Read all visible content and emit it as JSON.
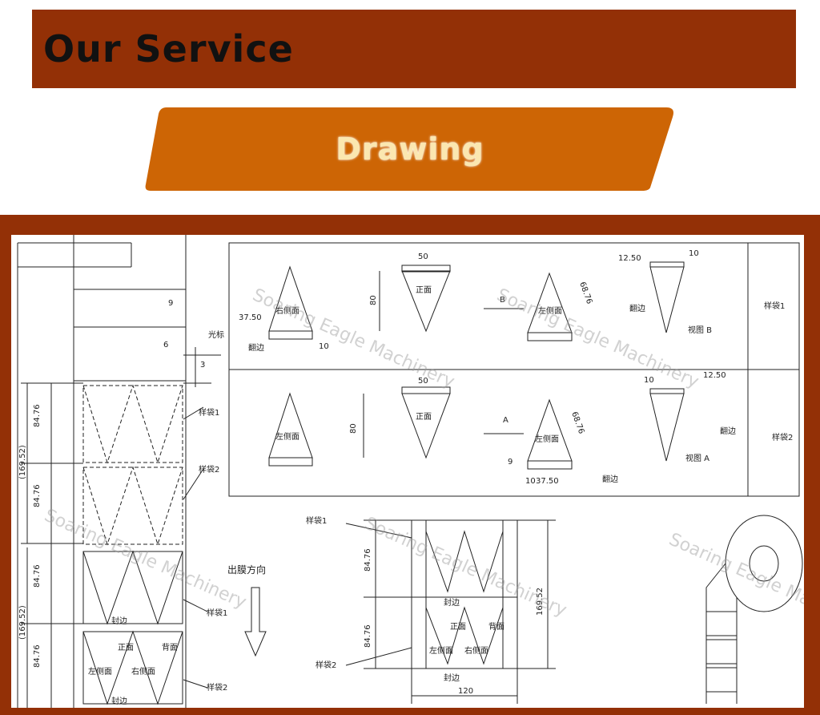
{
  "header": {
    "title": "Our Service"
  },
  "section": {
    "label": "Drawing"
  },
  "drawing": {
    "dims": {
      "d50": "50",
      "d80": "80",
      "d6876": "68.76",
      "d1250": "12.50",
      "d10": "10",
      "d3750": "37.50",
      "d9": "9",
      "d6": "6",
      "d3": "3",
      "d8476": "84.76",
      "d16952": "169.52",
      "d16952p": "(169.52)",
      "d120": "120"
    },
    "labels": {
      "front": "正面",
      "left_side": "左侧面",
      "right_side": "右侧面",
      "back": "背面",
      "flip_edge": "翻边",
      "seal_edge": "封边",
      "view_b": "视图 B",
      "view_a": "视图 A",
      "cursor": "光标",
      "sample1": "样袋1",
      "sample2": "样袋2",
      "film_dir": "出膜方向",
      "arrow_a": "A",
      "arrow_b": "B"
    },
    "watermark": "Soaring Eagle Machinery"
  }
}
